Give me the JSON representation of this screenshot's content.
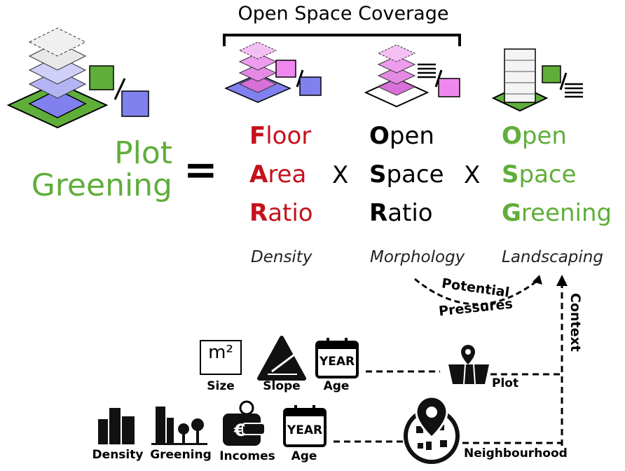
{
  "title": "Open Space Coverage",
  "plot_greening": [
    "Plot",
    "Greening"
  ],
  "equals": "=",
  "times": "X",
  "factors": [
    {
      "lines": [
        {
          "first": "F",
          "rest": "loor"
        },
        {
          "first": "A",
          "rest": "rea"
        },
        {
          "first": "R",
          "rest": "atio"
        }
      ],
      "color": "#c4121b",
      "category": "Density"
    },
    {
      "lines": [
        {
          "first": "O",
          "rest": "pen"
        },
        {
          "first": "S",
          "rest": "pace"
        },
        {
          "first": "R",
          "rest": "atio"
        }
      ],
      "color": "#000000",
      "category": "Morphology"
    },
    {
      "lines": [
        {
          "first": "O",
          "rest": "pen"
        },
        {
          "first": "S",
          "rest": "pace"
        },
        {
          "first": "G",
          "rest": "reening"
        }
      ],
      "color": "#5fae3a",
      "category": "Landscaping"
    }
  ],
  "potential_pressures": [
    "Potential",
    "Pressures"
  ],
  "context": "Context",
  "plot": {
    "label": "Plot",
    "icons": [
      {
        "label": "Size",
        "glyph": "m²",
        "icon": "size-icon"
      },
      {
        "label": "Slope",
        "icon": "slope-icon"
      },
      {
        "label": "Age",
        "glyph": "YEAR",
        "icon": "calendar-icon"
      }
    ]
  },
  "neighbourhood": {
    "label": "Neighbourhood",
    "icons": [
      {
        "label": "Density",
        "icon": "buildings-icon"
      },
      {
        "label": "Greening",
        "icon": "trees-icon"
      },
      {
        "label": "Incomes",
        "glyph": "€",
        "icon": "wallet-icon"
      },
      {
        "label": "Age",
        "glyph": "YEAR",
        "icon": "calendar-icon"
      }
    ]
  },
  "colors": {
    "green": "#5fae3a",
    "red": "#c4121b",
    "blue": "#8080ee",
    "magenta": "#ee88ee"
  }
}
